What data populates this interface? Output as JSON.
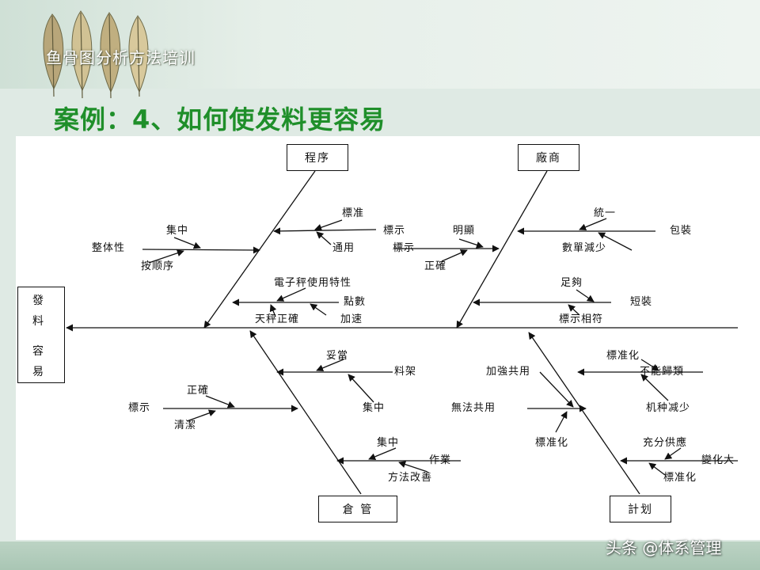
{
  "header": {
    "deck_title": "鱼骨图分析方法培训",
    "slide_title": "案例：4、如何使发料更容易"
  },
  "diagram": {
    "head": [
      "發",
      "料",
      "容",
      "易"
    ],
    "categories": {
      "procedure": "程序",
      "vendor": "廠商",
      "warehouse": "倉 管",
      "planning": "計划"
    },
    "causes": {
      "procedure": {
        "biaozhun": "標准",
        "biaoshi": "標示",
        "tongyong": "通用",
        "jizhong": "集中",
        "zhengtixing": "整体性",
        "anshunxu": "按顺序",
        "dianzicheng": "電子秤使用特性",
        "dianshu": "點數",
        "tianchengzhengque": "天秤正確",
        "jiasu": "加速"
      },
      "vendor": {
        "mingxian": "明顯",
        "biaoshi": "標示",
        "zhengque": "正確",
        "tongyi": "統一",
        "baozhuang": "包裝",
        "shudanjianshao": "數單減少",
        "zugou": "足夠",
        "duanzhuang": "短裝",
        "biaoshixiangfu": "標示相符"
      },
      "warehouse": {
        "tuodang": "妥當",
        "liaojia": "料架",
        "jizhong": "集中",
        "zhengque": "正確",
        "biaoshi": "標示",
        "qingjie": "清潔",
        "jizhong2": "集中",
        "zuoye": "作業",
        "fangfagaishan": "方法改善"
      },
      "planning": {
        "biaozhunhua": "標准化",
        "bunengguilei": "不能歸類",
        "jiaqianggongyong": "加強共用",
        "jizhongjianshao": "机种减少",
        "wufagongyong": "無法共用",
        "biaozhunhua2": "標准化",
        "chongfengongying": "充分供應",
        "bianhuada": "變化大",
        "biaozhunhua3": "標准化"
      }
    }
  },
  "footer": {
    "watermark": "头条 @体系管理"
  }
}
